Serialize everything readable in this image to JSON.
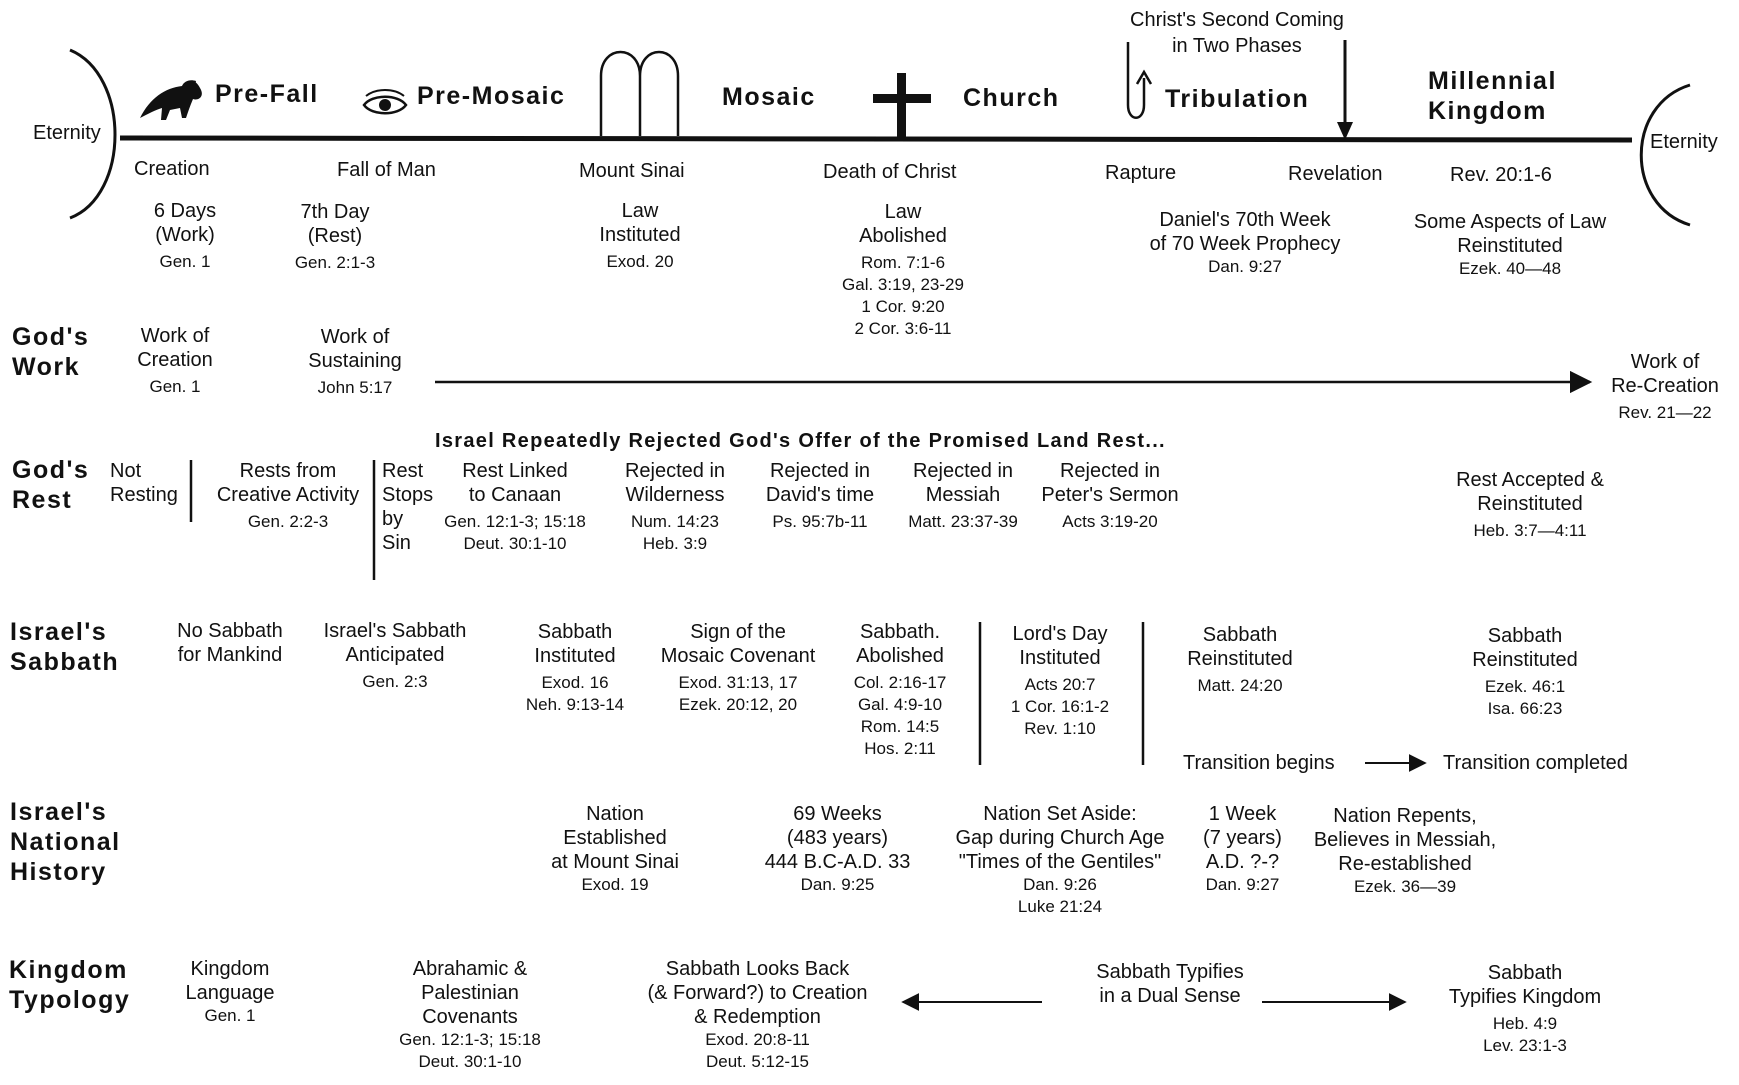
{
  "eras": {
    "pre_fall": "Pre-Fall",
    "pre_mosaic": "Pre-Mosaic",
    "mosaic": "Mosaic",
    "church": "Church",
    "tribulation": "Tribulation",
    "millennial_1": "Millennial",
    "millennial_2": "Kingdom"
  },
  "eternity_left": "Eternity",
  "eternity_right": "Eternity",
  "second_coming": {
    "line1": "Christ's Second Coming",
    "line2": "in Two Phases"
  },
  "events": {
    "creation": "Creation",
    "fall": "Fall of Man",
    "sinai": "Mount Sinai",
    "death": "Death of Christ",
    "rapture": "Rapture",
    "revelation": "Revelation",
    "rev_ref": "Rev. 20:1-6"
  },
  "timeline_notes": {
    "days6": {
      "l1": "6 Days",
      "l2": "(Work)",
      "ref": "Gen. 1"
    },
    "day7": {
      "l1": "7th Day",
      "l2": "(Rest)",
      "ref": "Gen. 2:1-3"
    },
    "law_inst": {
      "l1": "Law",
      "l2": "Instituted",
      "ref": "Exod. 20"
    },
    "law_abol": {
      "l1": "Law",
      "l2": "Abolished",
      "r1": "Rom. 7:1-6",
      "r2": "Gal. 3:19, 23-29",
      "r3": "1 Cor. 9:20",
      "r4": "2 Cor. 3:6-11"
    },
    "daniel": {
      "l1": "Daniel's 70th Week",
      "l2": "of 70 Week Prophecy",
      "ref": "Dan. 9:27"
    },
    "law_reinst": {
      "l1": "Some Aspects of Law",
      "l2": "Reinstituted",
      "ref": "Ezek. 40—48"
    }
  },
  "rows": {
    "gods_work": {
      "h1": "God's",
      "h2": "Work"
    },
    "gods_rest": {
      "h1": "God's",
      "h2": "Rest"
    },
    "israels_sabbath": {
      "h1": "Israel's",
      "h2": "Sabbath"
    },
    "national": {
      "h1": "Israel's",
      "h2": "National",
      "h3": "History"
    },
    "kingdom": {
      "h1": "Kingdom",
      "h2": "Typology"
    }
  },
  "work": {
    "creation": {
      "l1": "Work of",
      "l2": "Creation",
      "ref": "Gen. 1"
    },
    "sustaining": {
      "l1": "Work of",
      "l2": "Sustaining",
      "ref": "John 5:17"
    },
    "recreation": {
      "l1": "Work of",
      "l2": "Re-Creation",
      "ref": "Rev. 21—22"
    }
  },
  "rest": {
    "banner": "Israel Repeatedly Rejected God's Offer of the Promised Land Rest...",
    "not_resting": {
      "l1": "Not",
      "l2": "Resting"
    },
    "rests_from": {
      "l1": "Rests from",
      "l2": "Creative Activity",
      "ref": "Gen. 2:2-3"
    },
    "rest_stops": {
      "l1": "Rest",
      "l2": "Stops",
      "l3": "by",
      "l4": "Sin"
    },
    "canaan": {
      "l1": "Rest Linked",
      "l2": "to Canaan",
      "r1": "Gen. 12:1-3; 15:18",
      "r2": "Deut. 30:1-10"
    },
    "wilderness": {
      "l1": "Rejected in",
      "l2": "Wilderness",
      "r1": "Num. 14:23",
      "r2": "Heb. 3:9"
    },
    "david": {
      "l1": "Rejected in",
      "l2": "David's time",
      "ref": "Ps. 95:7b-11"
    },
    "messiah": {
      "l1": "Rejected in",
      "l2": "Messiah",
      "ref": "Matt. 23:37-39"
    },
    "peter": {
      "l1": "Rejected in",
      "l2": "Peter's Sermon",
      "ref": "Acts 3:19-20"
    },
    "accepted": {
      "l1": "Rest Accepted &",
      "l2": "Reinstituted",
      "ref": "Heb. 3:7—4:11"
    }
  },
  "sabbath": {
    "no_sabbath": {
      "l1": "No Sabbath",
      "l2": "for Mankind"
    },
    "anticipated": {
      "l1": "Israel's Sabbath",
      "l2": "Anticipated",
      "ref": "Gen. 2:3"
    },
    "instituted": {
      "l1": "Sabbath",
      "l2": "Instituted",
      "r1": "Exod. 16",
      "r2": "Neh. 9:13-14"
    },
    "sign": {
      "l1": "Sign of the",
      "l2": "Mosaic Covenant",
      "r1": "Exod. 31:13, 17",
      "r2": "Ezek. 20:12, 20"
    },
    "abolished": {
      "l1": "Sabbath.",
      "l2": "Abolished",
      "r1": "Col. 2:16-17",
      "r2": "Gal. 4:9-10",
      "r3": "Rom. 14:5",
      "r4": "Hos. 2:11"
    },
    "lords_day": {
      "l1": "Lord's Day",
      "l2": "Instituted",
      "r1": "Acts 20:7",
      "r2": "1 Cor. 16:1-2",
      "r3": "Rev. 1:10"
    },
    "reinst_1": {
      "l1": "Sabbath",
      "l2": "Reinstituted",
      "ref": "Matt. 24:20"
    },
    "reinst_2": {
      "l1": "Sabbath",
      "l2": "Reinstituted",
      "r1": "Ezek. 46:1",
      "r2": "Isa. 66:23"
    },
    "transition_begins": "Transition begins",
    "transition_completed": "Transition completed"
  },
  "national": {
    "nation": {
      "l1": "Nation",
      "l2": "Established",
      "l3": "at Mount Sinai",
      "ref": "Exod. 19"
    },
    "weeks69": {
      "l1": "69 Weeks",
      "l2": "(483 years)",
      "l3": "444 B.C-A.D. 33",
      "ref": "Dan. 9:25"
    },
    "set_aside": {
      "l1": "Nation Set Aside:",
      "l2": "Gap during Church Age",
      "l3": "\"Times of the Gentiles\"",
      "r1": "Dan. 9:26",
      "r2": "Luke 21:24"
    },
    "week1": {
      "l1": "1 Week",
      "l2": "(7 years)",
      "l3": "A.D. ?-?",
      "ref": "Dan. 9:27"
    },
    "repents": {
      "l1": "Nation Repents,",
      "l2": "Believes in Messiah,",
      "l3": "Re-established",
      "ref": "Ezek. 36—39"
    }
  },
  "kingdom": {
    "language": {
      "l1": "Kingdom",
      "l2": "Language",
      "ref": "Gen. 1"
    },
    "abrahamic": {
      "l1": "Abrahamic &",
      "l2": "Palestinian",
      "l3": "Covenants",
      "r1": "Gen. 12:1-3; 15:18",
      "r2": "Deut. 30:1-10"
    },
    "looks_back": {
      "l1": "Sabbath Looks Back",
      "l2": "(& Forward?) to Creation",
      "l3": "& Redemption",
      "r1": "Exod. 20:8-11",
      "r2": "Deut. 5:12-15"
    },
    "dual": {
      "l1": "Sabbath Typifies",
      "l2": "in a Dual Sense"
    },
    "typifies": {
      "l1": "Sabbath",
      "l2": "Typifies Kingdom",
      "r1": "Heb. 4:9",
      "r2": "Lev. 23:1-3"
    }
  },
  "icons": [
    "dinosaur-icon",
    "eye-icon",
    "tablets-icon",
    "cross-icon",
    "up-arrow-icon",
    "down-arrow-icon"
  ],
  "colors": {
    "ink": "#111111",
    "background": "#ffffff"
  }
}
